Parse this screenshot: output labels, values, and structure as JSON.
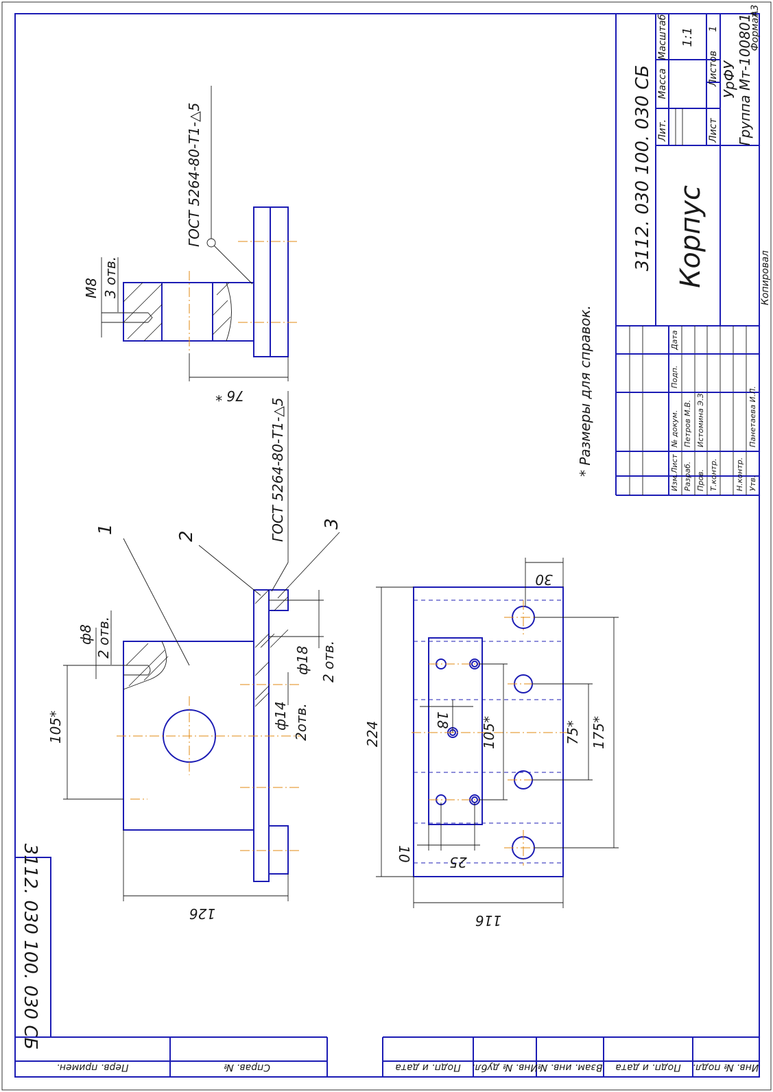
{
  "title_block": {
    "designation": "3112. 030 100. 030 СБ",
    "name": "Корпус",
    "lit_label": "Лит.",
    "mass_label": "Масса",
    "scale_label": "Масштаб",
    "scale_value": "1:1",
    "sheet_label": "Лист",
    "sheets_label": "Листов",
    "sheets_value": "1",
    "org_line1": "УрФУ",
    "org_line2": "Группа Мт-100801",
    "copied_label": "Копировал",
    "format_label": "Формат",
    "format_value": "А3",
    "cols": {
      "izm": "Изм.",
      "list": "Лист",
      "doc": "№ докум.",
      "sign": "Подп.",
      "date": "Дата"
    },
    "roles": [
      {
        "role": "Разраб.",
        "person": "Петров М.В."
      },
      {
        "role": "Пров.",
        "person": "Истомина Э.З."
      },
      {
        "role": "Т.контр.",
        "person": ""
      },
      {
        "role": "",
        "person": ""
      },
      {
        "role": "Н.контр.",
        "person": ""
      },
      {
        "role": "Утв.",
        "person": "Панетаева И.Л."
      }
    ]
  },
  "side_stamp": "3112. 030 100. 030 СБ",
  "bottom_strip": {
    "perv": "Перв. примен.",
    "sprav": "Справ. №",
    "podp_date_1": "Подп. и дата",
    "inv_dubl": "Инв. № дубл.",
    "vzam_inv": "Взам. инв. №",
    "podp_date_2": "Подп. и дата",
    "inv_podl": "Инв. № подл."
  },
  "note": "* Размеры для справок.",
  "weld_symbol_1": "ГОСТ 5264-80-Т1-△5",
  "weld_symbol_2": "ГОСТ 5264-80-Т1-△5",
  "positions": [
    "1",
    "2",
    "3"
  ],
  "dimensions": {
    "d126": "126",
    "d105a": "105*",
    "d8": "ф8",
    "d8n": "2 отв.",
    "d18": "ф18",
    "d18n": "2 отв.",
    "d14": "ф14",
    "d14n": "2отв.",
    "m8": "М8",
    "m8n": "3 отв.",
    "d76": "76 *",
    "d224": "224",
    "d116": "116",
    "d30": "30",
    "d10": "10",
    "d25": "25",
    "d18b": "18",
    "d105b": "105*",
    "d75": "75*",
    "d175": "175*"
  }
}
